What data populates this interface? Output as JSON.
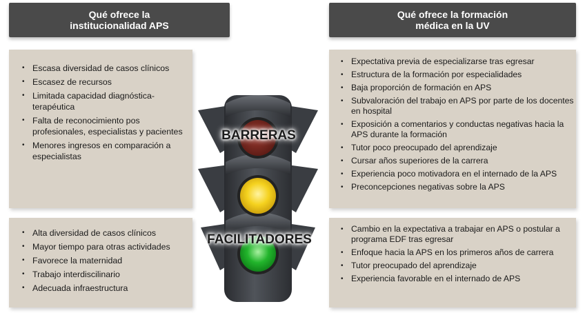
{
  "headers": {
    "left": "Qué ofrece la\ninstitucionalidad APS",
    "right": "Qué ofrece la formación\nmédica en la UV"
  },
  "traffic_light": {
    "barriers_label": "BARRERAS",
    "facilitators_label": "FACILITADORES",
    "colors": {
      "red": "#7a2a22",
      "yellow": "#f5d21f",
      "green": "#22b52c",
      "body": "#3e4146"
    }
  },
  "barriers": {
    "institutional": [
      "Escasa diversidad de casos clínicos",
      "Escasez de recursos",
      "Limitada capacidad diagnóstica-terapéutica",
      "Falta de reconocimiento pos profesionales, especialistas y pacientes",
      "Menores ingresos en comparación a especialistas"
    ],
    "training": [
      "Expectativa previa de especializarse tras egresar",
      "Estructura de la formación por especialidades",
      "Baja proporción de formación en APS",
      "Subvaloración del trabajo en APS por parte de los docentes en hospital",
      "Exposición a comentarios y conductas negativas hacia la APS durante la formación",
      "Tutor poco preocupado del aprendizaje",
      "Cursar años superiores de la carrera",
      "Experiencia poco motivadora en el internado de la APS",
      "Preconcepciones negativas sobre la APS"
    ]
  },
  "facilitators": {
    "institutional": [
      "Alta diversidad de casos clínicos",
      "Mayor tiempo para otras actividades",
      "Favorece la maternidad",
      "Trabajo interdiscilinario",
      "Adecuada infraestructura"
    ],
    "training": [
      "Cambio en la expectativa a trabajar en APS o postular a programa EDF tras egresar",
      "Enfoque hacia la APS en los primeros años de carrera",
      "Tutor preocupado del aprendizaje",
      "Experiencia favorable en el internado de APS"
    ]
  }
}
